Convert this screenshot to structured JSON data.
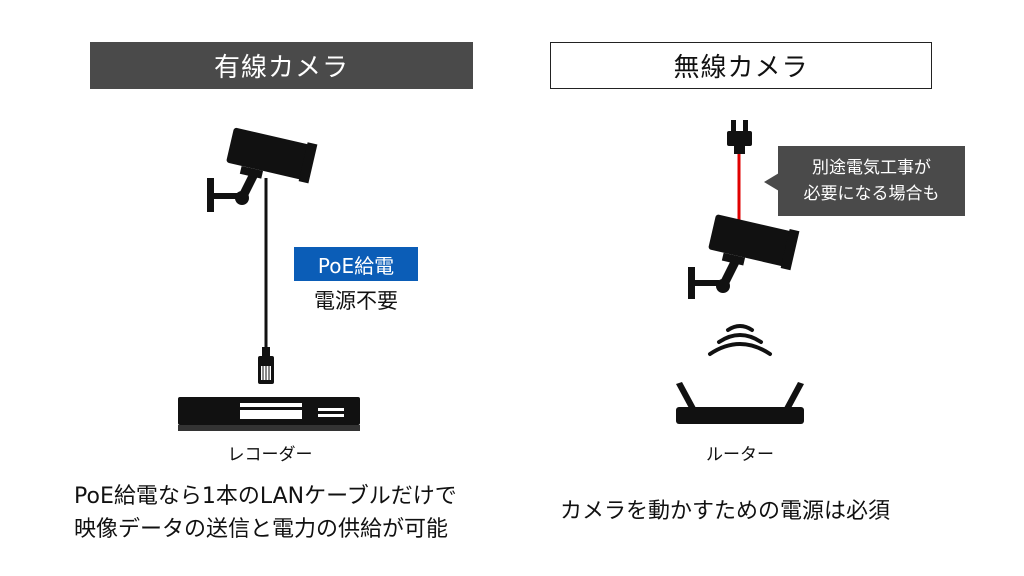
{
  "wired": {
    "title": "有線カメラ",
    "poe_badge": "PoE給電",
    "no_power_label": "電源不要",
    "device_label": "レコーダー",
    "description": [
      "PoE給電なら1本のLANケーブルだけで",
      "映像データの送信と電力の供給が可能"
    ]
  },
  "wireless": {
    "title": "無線カメラ",
    "callout": [
      "別途電気工事が",
      "必要になる場合も"
    ],
    "device_label": "ルーター",
    "description": "カメラを動かすための電源は必須"
  },
  "colors": {
    "dark_box": "#4a4a4a",
    "poe_blue": "#0b5db7",
    "power_cable_red": "#e00000"
  }
}
